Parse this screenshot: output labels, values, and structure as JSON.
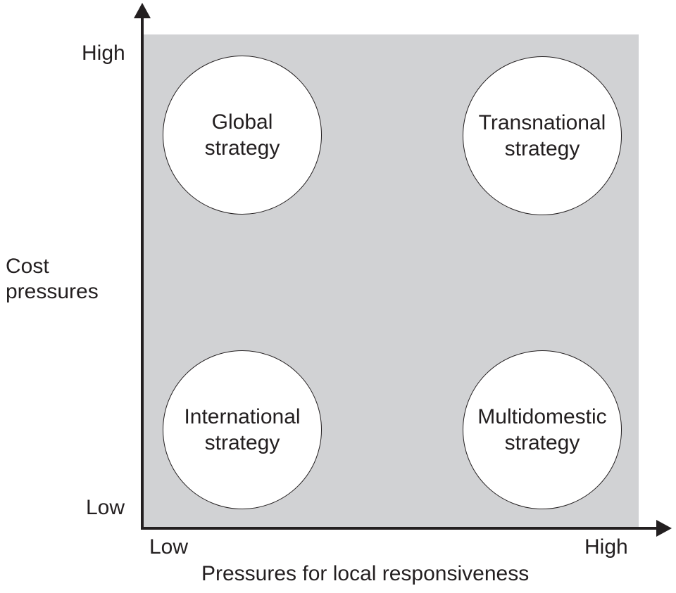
{
  "colors": {
    "quadrant_fill": "#d1d2d4",
    "ink": "#231f20",
    "circle_fill": "#ffffff"
  },
  "y_axis": {
    "label_line1": "Cost",
    "label_line2": "pressures",
    "high": "High",
    "low": "Low"
  },
  "x_axis": {
    "label": "Pressures for local responsiveness",
    "low": "Low",
    "high": "High"
  },
  "strategies": {
    "global": {
      "line1": "Global",
      "line2": "strategy"
    },
    "transnational": {
      "line1": "Transnational",
      "line2": "strategy"
    },
    "international": {
      "line1": "International",
      "line2": "strategy"
    },
    "multidomestic": {
      "line1": "Multidomestic",
      "line2": "strategy"
    }
  }
}
